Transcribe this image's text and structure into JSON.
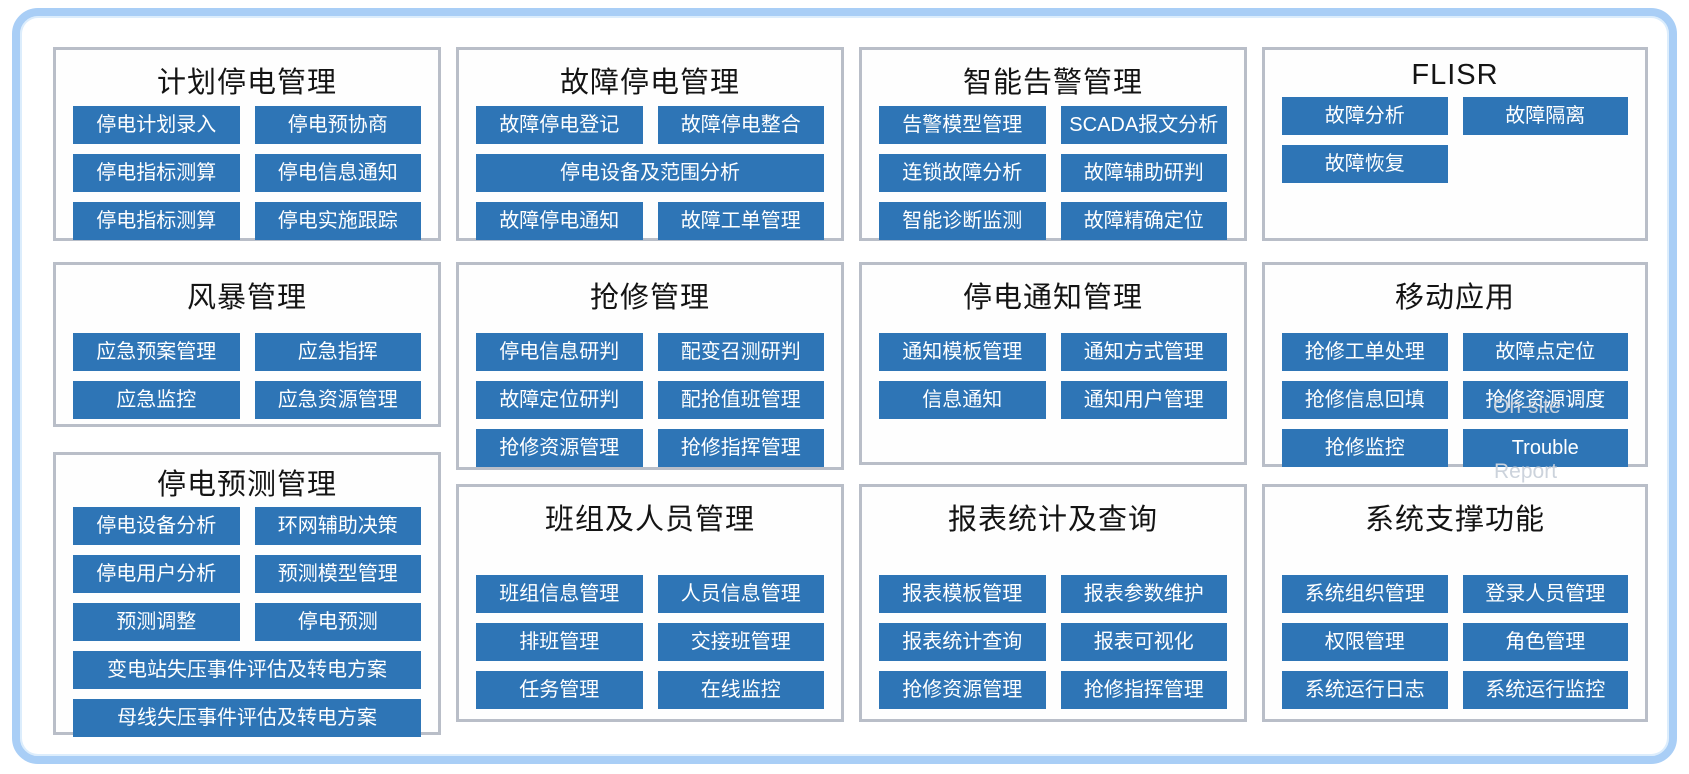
{
  "colors": {
    "button_bg": "#2E75B6",
    "button_text": "#FFFFFF",
    "panel_border": "#B9BEC8",
    "panel_bg": "#FEFEFE",
    "frame_border": "#A9CEF6",
    "title_text": "#141414",
    "overflow_text": "#CCD3DC"
  },
  "panels": [
    {
      "title": "计划停电管理",
      "buttons": [
        {
          "label": "停电计划录入"
        },
        {
          "label": "停电预协商"
        },
        {
          "label": "停电指标测算"
        },
        {
          "label": "停电信息通知"
        },
        {
          "label": "停电指标测算"
        },
        {
          "label": "停电实施跟踪"
        }
      ]
    },
    {
      "title": "故障停电管理",
      "buttons": [
        {
          "label": "故障停电登记"
        },
        {
          "label": "故障停电整合"
        },
        {
          "label": "停电设备及范围分析",
          "wide": true
        },
        {
          "label": "故障停电通知"
        },
        {
          "label": "故障工单管理"
        }
      ]
    },
    {
      "title": "智能告警管理",
      "buttons": [
        {
          "label": "告警模型管理"
        },
        {
          "label": "SCADA报文分析"
        },
        {
          "label": "连锁故障分析"
        },
        {
          "label": "故障辅助研判"
        },
        {
          "label": "智能诊断监测"
        },
        {
          "label": "故障精确定位"
        }
      ]
    },
    {
      "title": "FLISR",
      "buttons": [
        {
          "label": "故障分析"
        },
        {
          "label": "故障隔离"
        },
        {
          "label": "故障恢复"
        }
      ]
    },
    {
      "title": "风暴管理",
      "buttons": [
        {
          "label": "应急预案管理"
        },
        {
          "label": "应急指挥"
        },
        {
          "label": "应急监控"
        },
        {
          "label": "应急资源管理"
        }
      ]
    },
    {
      "title": "抢修管理",
      "buttons": [
        {
          "label": "停电信息研判"
        },
        {
          "label": "配变召测研判"
        },
        {
          "label": "故障定位研判"
        },
        {
          "label": "配抢值班管理"
        },
        {
          "label": "抢修资源管理"
        },
        {
          "label": "抢修指挥管理"
        }
      ]
    },
    {
      "title": "停电通知管理",
      "buttons": [
        {
          "label": "通知模板管理"
        },
        {
          "label": "通知方式管理"
        },
        {
          "label": "信息通知"
        },
        {
          "label": "通知用户管理"
        }
      ]
    },
    {
      "title": "移动应用",
      "buttons": [
        {
          "label": "抢修工单处理"
        },
        {
          "label": "故障点定位"
        },
        {
          "label": "抢修信息回填"
        },
        {
          "label": "抢修资源调度"
        },
        {
          "label": "抢修监控"
        },
        {
          "label": "Trouble"
        }
      ],
      "overflow": {
        "on_site": "On-site",
        "report": "Report"
      }
    },
    {
      "title": "停电预测管理",
      "buttons": [
        {
          "label": "停电设备分析"
        },
        {
          "label": "环网辅助决策"
        },
        {
          "label": "停电用户分析"
        },
        {
          "label": "预测模型管理"
        },
        {
          "label": "预测调整"
        },
        {
          "label": "停电预测"
        },
        {
          "label": "变电站失压事件评估及转电方案",
          "wide": true
        },
        {
          "label": "母线失压事件评估及转电方案",
          "wide": true
        }
      ]
    },
    {
      "title": "班组及人员管理",
      "buttons": [
        {
          "label": "班组信息管理"
        },
        {
          "label": "人员信息管理"
        },
        {
          "label": "排班管理"
        },
        {
          "label": "交接班管理"
        },
        {
          "label": "任务管理"
        },
        {
          "label": "在线监控"
        }
      ]
    },
    {
      "title": "报表统计及查询",
      "buttons": [
        {
          "label": "报表模板管理"
        },
        {
          "label": "报表参数维护"
        },
        {
          "label": "报表统计查询"
        },
        {
          "label": "报表可视化"
        },
        {
          "label": "抢修资源管理"
        },
        {
          "label": "抢修指挥管理"
        }
      ]
    },
    {
      "title": "系统支撑功能",
      "buttons": [
        {
          "label": "系统组织管理"
        },
        {
          "label": "登录人员管理"
        },
        {
          "label": "权限管理"
        },
        {
          "label": "角色管理"
        },
        {
          "label": "系统运行日志"
        },
        {
          "label": "系统运行监控"
        }
      ]
    }
  ]
}
